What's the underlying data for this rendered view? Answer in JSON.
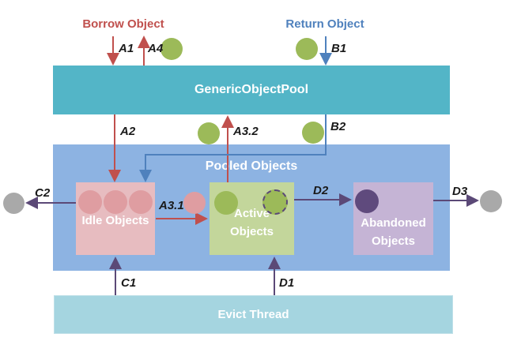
{
  "diagram": {
    "flow_titles": {
      "borrow": "Borrow Object",
      "return": "Return Object"
    },
    "bands": {
      "pool_title": "GenericObjectPool",
      "pooled_title": "Pooled Objects",
      "evict_title": "Evict Thread"
    },
    "boxes": {
      "idle_title": "Idle Objects",
      "active_line1": "Active",
      "active_line2": "Objects",
      "abandoned_line1": "Abandoned",
      "abandoned_line2": "Objects"
    },
    "edge_labels": {
      "a1": "A1",
      "a4": "A4",
      "b1": "B1",
      "a2": "A2",
      "a32": "A3.2",
      "b2": "B2",
      "a31": "A3.1",
      "c1": "C1",
      "c2": "C2",
      "d1": "D1",
      "d2": "D2",
      "d3": "D3"
    },
    "colors": {
      "pool_band": "#53b5c7",
      "pooled_band": "#8db3e2",
      "evict_band": "#a5d5e0",
      "idle_box": "#e7bcc0",
      "idle_circle": "#df9da1",
      "active_box": "#c3d69b",
      "green_circle": "#9cba59",
      "abandoned_box": "#c5b4d5",
      "abandoned_circle": "#5f4a7d",
      "gray_circle": "#a9a9a9",
      "red_arrow": "#c0504d",
      "blue_arrow": "#4f81bd",
      "purple_arrow": "#5b4977"
    }
  }
}
